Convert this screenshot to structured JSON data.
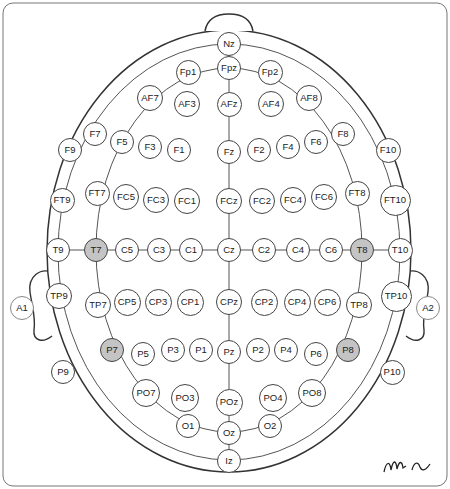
{
  "diagram": {
    "nodes": [
      {
        "text": [
          "Nz"
        ]
      },
      {
        "text": [
          "Fp1"
        ]
      },
      {
        "text": [
          "Fpz"
        ]
      },
      {
        "text": [
          "Fp2"
        ]
      },
      {
        "text": [
          "AF7"
        ]
      },
      {
        "text": [
          "AF3"
        ]
      },
      {
        "text": [
          "AFz"
        ]
      },
      {
        "text": [
          "AF4"
        ]
      },
      {
        "text": [
          "AF8"
        ]
      },
      {
        "text": [
          "F9"
        ]
      },
      {
        "text": [
          "F7"
        ]
      },
      {
        "text": [
          "F5"
        ]
      },
      {
        "text": [
          "F3"
        ]
      },
      {
        "text": [
          "F1"
        ]
      },
      {
        "text": [
          "Fz"
        ]
      },
      {
        "text": [
          "F2"
        ]
      },
      {
        "text": [
          "F4"
        ]
      },
      {
        "text": [
          "F6"
        ]
      },
      {
        "text": [
          "F8"
        ]
      },
      {
        "text": [
          "F10"
        ]
      },
      {
        "text": [
          "FT9"
        ]
      },
      {
        "text": [
          "FT7"
        ]
      },
      {
        "text": [
          "FC5"
        ]
      },
      {
        "text": [
          "FC3"
        ]
      },
      {
        "text": [
          "FC1"
        ]
      },
      {
        "text": [
          "FCz"
        ]
      },
      {
        "text": [
          "FC2"
        ]
      },
      {
        "text": [
          "FC4"
        ]
      },
      {
        "text": [
          "FC6"
        ]
      },
      {
        "text": [
          "FT8"
        ]
      },
      {
        "text": [
          "FT10"
        ]
      },
      {
        "text": [
          "T9"
        ]
      },
      {
        "text": [
          "T7"
        ]
      },
      {
        "text": [
          "C5"
        ]
      },
      {
        "text": [
          "C3"
        ]
      },
      {
        "text": [
          "C1"
        ]
      },
      {
        "text": [
          "Cz"
        ]
      },
      {
        "text": [
          "C2"
        ]
      },
      {
        "text": [
          "C4"
        ]
      },
      {
        "text": [
          "C6"
        ]
      },
      {
        "text": [
          "T8"
        ]
      },
      {
        "text": [
          "T10"
        ]
      },
      {
        "text": [
          "A1"
        ]
      },
      {
        "text": [
          "TP9"
        ]
      },
      {
        "text": [
          "TP7"
        ]
      },
      {
        "text": [
          "CP5"
        ]
      },
      {
        "text": [
          "CP3"
        ]
      },
      {
        "text": [
          "CP1"
        ]
      },
      {
        "text": [
          "CPz"
        ]
      },
      {
        "text": [
          "CP2"
        ]
      },
      {
        "text": [
          "CP4"
        ]
      },
      {
        "text": [
          "CP6"
        ]
      },
      {
        "text": [
          "TP8"
        ]
      },
      {
        "text": [
          "TP10"
        ]
      },
      {
        "text": [
          "A2"
        ]
      },
      {
        "text": [
          "P9"
        ]
      },
      {
        "text": [
          "P7"
        ]
      },
      {
        "text": [
          "P5"
        ]
      },
      {
        "text": [
          "P3"
        ]
      },
      {
        "text": [
          "P1"
        ]
      },
      {
        "text": [
          "Pz"
        ]
      },
      {
        "text": [
          "P2"
        ]
      },
      {
        "text": [
          "P4"
        ]
      },
      {
        "text": [
          "P6"
        ]
      },
      {
        "text": [
          "P8"
        ]
      },
      {
        "text": [
          "P10"
        ]
      },
      {
        "text": [
          "PO7"
        ]
      },
      {
        "text": [
          "PO3"
        ]
      },
      {
        "text": [
          "POz"
        ]
      },
      {
        "text": [
          "PO4"
        ]
      },
      {
        "text": [
          "PO8"
        ]
      },
      {
        "text": [
          "O1"
        ]
      },
      {
        "text": [
          "Oz"
        ]
      },
      {
        "text": [
          "O2"
        ]
      },
      {
        "text": [
          "Iz"
        ]
      }
    ]
  }
}
